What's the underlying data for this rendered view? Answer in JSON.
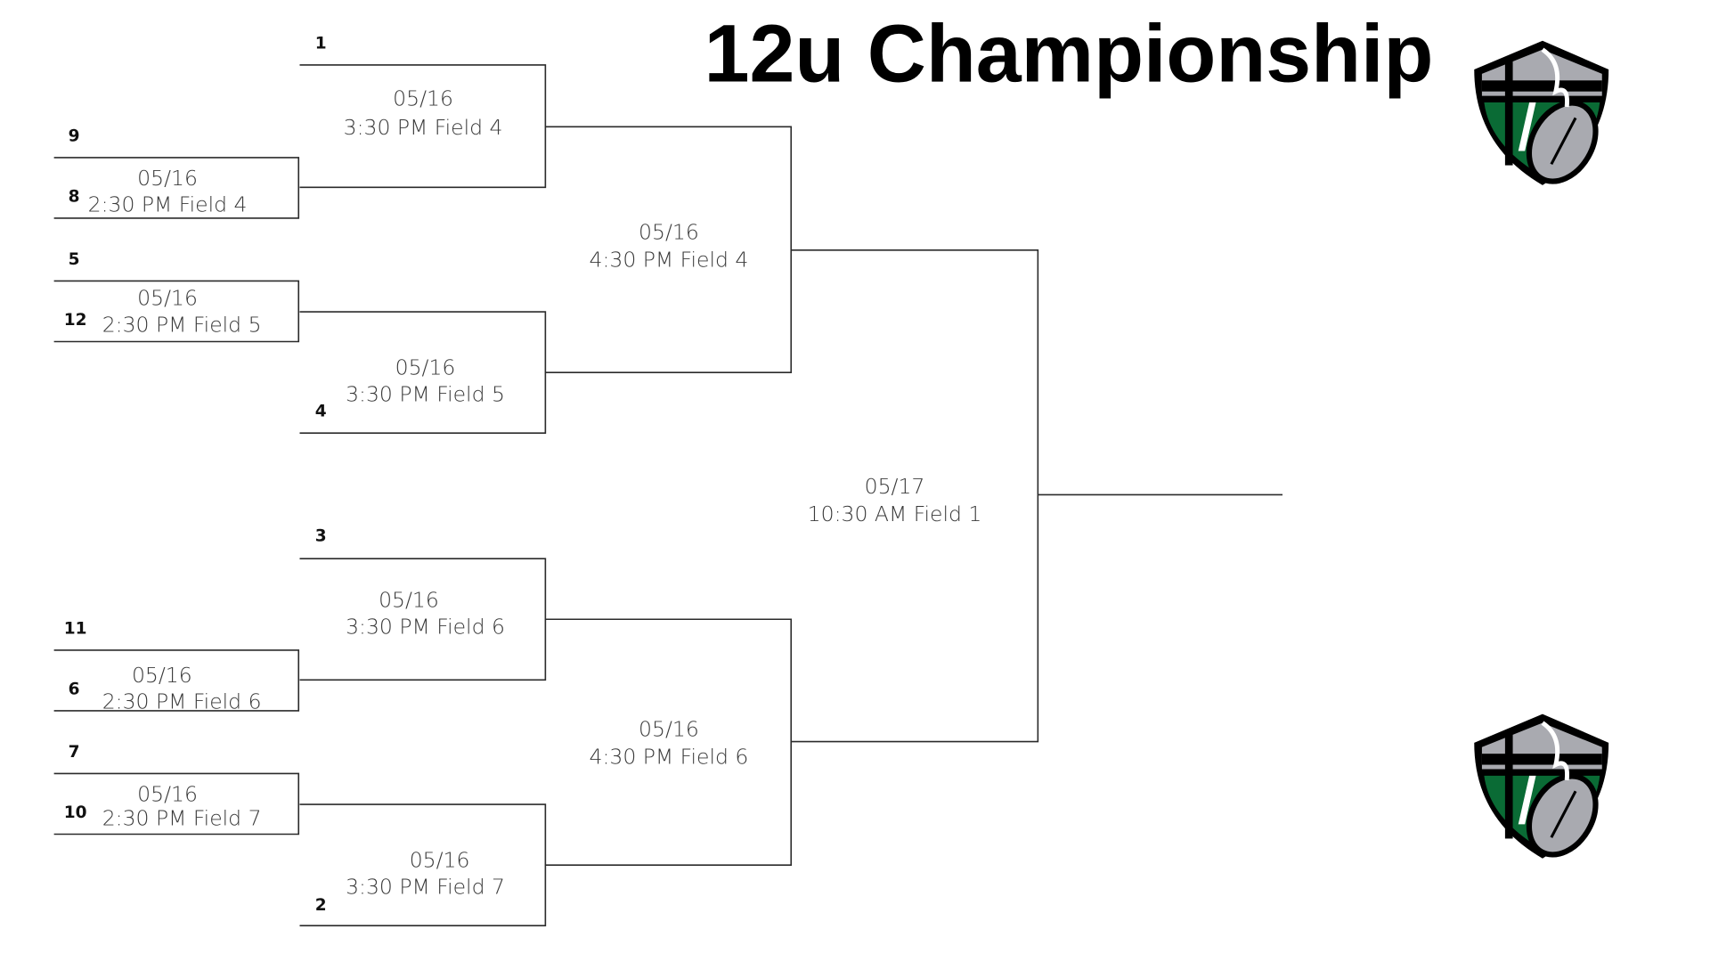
{
  "title": "12u Championship",
  "round1": [
    {
      "top_seed": "9",
      "bottom_seed": "8",
      "date": "05/16",
      "time": "2:30 PM Field 4"
    },
    {
      "top_seed": "5",
      "bottom_seed": "12",
      "date": "05/16",
      "time": "2:30 PM Field 5"
    },
    {
      "top_seed": "11",
      "bottom_seed": "6",
      "date": "05/16",
      "time": "2:30 PM Field 6"
    },
    {
      "top_seed": "7",
      "bottom_seed": "10",
      "date": "05/16",
      "time": "2:30 PM Field 7"
    }
  ],
  "round2": [
    {
      "seed": "1",
      "date": "05/16",
      "time": "3:30 PM Field 4"
    },
    {
      "seed": "4",
      "date": "05/16",
      "time": "3:30 PM Field 5"
    },
    {
      "seed": "3",
      "date": "05/16",
      "time": "3:30 PM Field 6"
    },
    {
      "seed": "2",
      "date": "05/16",
      "time": "3:30 PM Field 7"
    }
  ],
  "semifinals": [
    {
      "date": "05/16",
      "time": "4:30 PM Field 4"
    },
    {
      "date": "05/16",
      "time": "4:30 PM Field 6"
    }
  ],
  "final": {
    "date": "05/17",
    "time": "10:30 AM Field 1"
  },
  "colors": {
    "logo_green": "#0a6b35",
    "logo_gray": "#a9aab0"
  }
}
